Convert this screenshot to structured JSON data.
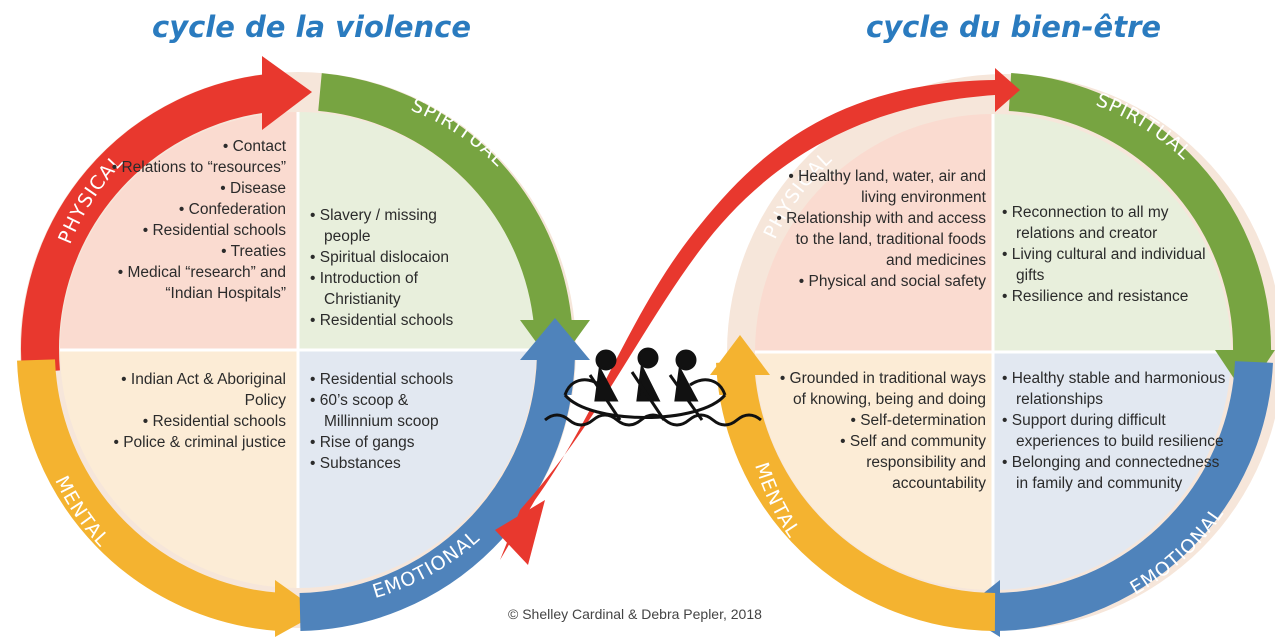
{
  "titles": {
    "left": "cycle de la violence",
    "right": "cycle du bien-être"
  },
  "copyright": "© Shelley Cardinal & Debra Pepler, 2018",
  "quadrant_labels": {
    "physical": "PHYSICAL",
    "spiritual": "SPIRITUAL",
    "mental": "MENTAL",
    "emotional": "EMOTIONAL"
  },
  "colors": {
    "physical": "#e8382e",
    "spiritual": "#77a441",
    "mental": "#f4b330",
    "emotional": "#4f83bb",
    "title": "#2a7bbf"
  },
  "left_cycle": {
    "physical": [
      "Contact",
      "Relations to “resources”",
      "Disease",
      "Confederation",
      "Residential schools",
      "Treaties",
      "Medical “research” and “Indian Hospitals”"
    ],
    "spiritual": [
      "Slavery / missing people",
      "Spiritual dislocaion",
      "Introduction of Christianity",
      "Residential schools"
    ],
    "mental": [
      "Indian Act & Aboriginal Policy",
      "Residential schools",
      "Police & criminal justice"
    ],
    "emotional": [
      "Residential schools",
      "60’s scoop & Millinnium scoop",
      "Rise of gangs",
      "Substances"
    ]
  },
  "right_cycle": {
    "physical": [
      "Healthy land, water, air and living environment",
      "Relationship with and access to the land, traditional foods and medicines",
      "Physical and social safety"
    ],
    "spiritual": [
      "Reconnection to all my relations and creator",
      "Living cultural and individual gifts",
      "Resilience and resistance"
    ],
    "mental": [
      "Grounded in traditional ways of knowing, being and doing",
      "Self-determination",
      "Self and community responsibility and accountability"
    ],
    "emotional": [
      "Healthy stable and harmonious relationships",
      "Support during difficult experiences to build resilience",
      "Belonging and connectedness in family and community"
    ]
  },
  "center_icon": "canoe-with-paddlers-icon"
}
